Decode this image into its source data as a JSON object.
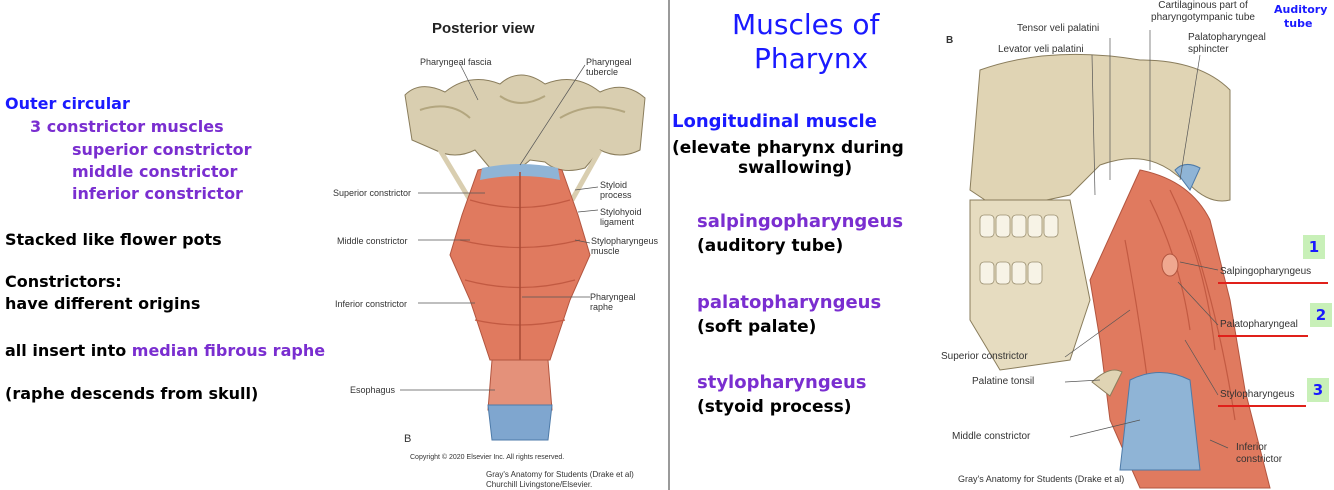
{
  "left_slide": {
    "outer_circular": "Outer circular",
    "constrictor_count": "3 constrictor muscles",
    "constrictors": [
      "superior constrictor",
      "middle constrictor",
      "inferior constrictor"
    ],
    "stacked": "Stacked like flower pots",
    "constrictors_heading": "Constrictors:",
    "origins": "have different origins",
    "insert_prefix": "all insert into ",
    "insert_highlight": "median fibrous raphe",
    "raphe_note": "(raphe descends from skull)",
    "figure": {
      "title": "Posterior view",
      "labels": {
        "pharyngeal_fascia": "Pharyngeal fascia",
        "pharyngeal_tubercle": "Pharyngeal tubercle",
        "superior_constrictor": "Superior constrictor",
        "styloid_process": "Styloid process",
        "stylohyoid_ligament": "Stylohyoid ligament",
        "middle_constrictor": "Middle constrictor",
        "stylopharyngeus_muscle": "Stylopharyngeus muscle",
        "inferior_constrictor": "Inferior constrictor",
        "pharyngeal_raphe": "Pharyngeal raphe",
        "esophagus": "Esophagus",
        "panel_letter": "B"
      },
      "copyright": "Copyright © 2020 Elsevier Inc. All rights reserved.",
      "citation_1": "Gray's Anatomy for Students (Drake et al)",
      "citation_2": "Churchill Livingstone/Elsevier."
    }
  },
  "right_slide": {
    "title_line1": "Muscles of",
    "title_line2": "Pharynx",
    "longitudinal": "Longitudinal muscle",
    "elevate_1": "(elevate pharynx during",
    "elevate_2": "swallowing)",
    "muscles": [
      {
        "name": "salpingopharyngeus",
        "attachment": "(auditory tube)"
      },
      {
        "name": "palatopharyngeus",
        "attachment": "(soft palate)"
      },
      {
        "name": "stylopharyngeus",
        "attachment": "(styoid process)"
      }
    ],
    "auditory_tube": [
      "Auditory",
      "tube"
    ],
    "figure": {
      "panel_letter": "B",
      "labels": {
        "tensor": "Tensor veli palatini",
        "levator": "Levator veli palatini",
        "cart_1": "Cartilaginous part of",
        "cart_2": "pharyngotympanic tube",
        "palatopharyngeal_sphincter_1": "Palatopharyngeal",
        "palatopharyngeal_sphincter_2": "sphincter",
        "salpingopharyngeus": "Salpingopharyngeus",
        "palatopharyngeal": "Palatopharyngeal",
        "superior_constrictor": "Superior constrictor",
        "palatine_tonsil": "Palatine tonsil",
        "stylopharyngeus": "Stylopharyngeus",
        "middle_constrictor": "Middle constrictor",
        "inferior_constrictor_1": "Inferior",
        "inferior_constrictor_2": "constrictor"
      },
      "numbers": [
        "1",
        "2",
        "3"
      ],
      "citation": "Gray's Anatomy for Students (Drake et al)"
    }
  },
  "colors": {
    "blue": "#1a1aff",
    "purple": "#7a2ed0",
    "muscle": "#e07a5f",
    "bone": "#d9ceb0",
    "highlight_box": "#c8f0b8",
    "underline": "#e0201a"
  }
}
